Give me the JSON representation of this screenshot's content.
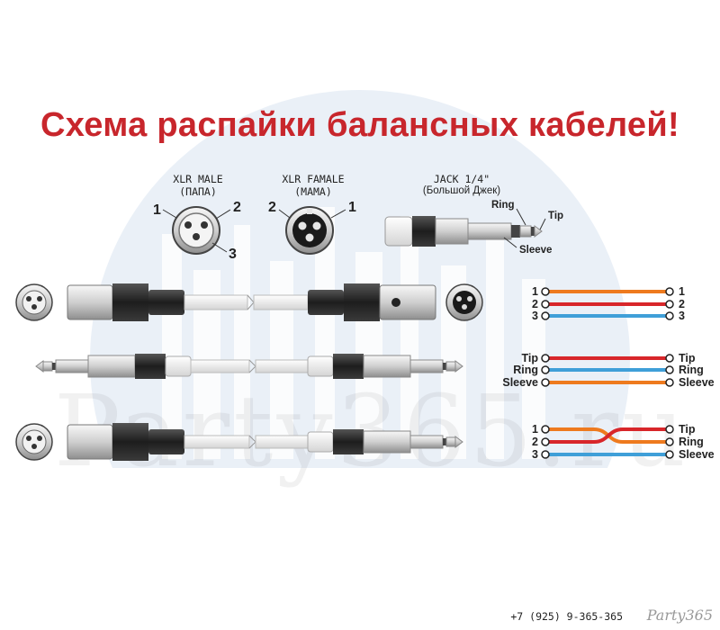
{
  "title": "Схема распайки балансных кабелей!",
  "connectors": {
    "xlr_male": {
      "line1": "XLR MALE",
      "line2": "(ПАПА)",
      "pins": [
        "1",
        "2",
        "3"
      ]
    },
    "xlr_female": {
      "line1": "XLR FAMALE",
      "line2": "(МАМА)",
      "pins": [
        "2",
        "1"
      ]
    },
    "jack": {
      "line1": "JACK 1/4\"",
      "line2": "(Большой Джек)",
      "tip": "Tip",
      "ring": "Ring",
      "sleeve": "Sleeve"
    }
  },
  "wiring": {
    "row1": {
      "left": [
        "1",
        "2",
        "3"
      ],
      "right": [
        "1",
        "2",
        "3"
      ]
    },
    "row2": {
      "left": [
        "Tip",
        "Ring",
        "Sleeve"
      ],
      "right": [
        "Tip",
        "Ring",
        "Sleeve"
      ]
    },
    "row3": {
      "left": [
        "1",
        "2",
        "3"
      ],
      "right": [
        "Tip",
        "Ring",
        "Sleeve"
      ]
    }
  },
  "colors": {
    "title": "#c8262c",
    "wire_red": "#d8262a",
    "wire_orange": "#ee7a1e",
    "wire_blue": "#3f9fd8"
  },
  "watermark": "Party365.ru",
  "footer": {
    "phone": "+7 (925) 9-365-365",
    "brand": "Party365"
  }
}
